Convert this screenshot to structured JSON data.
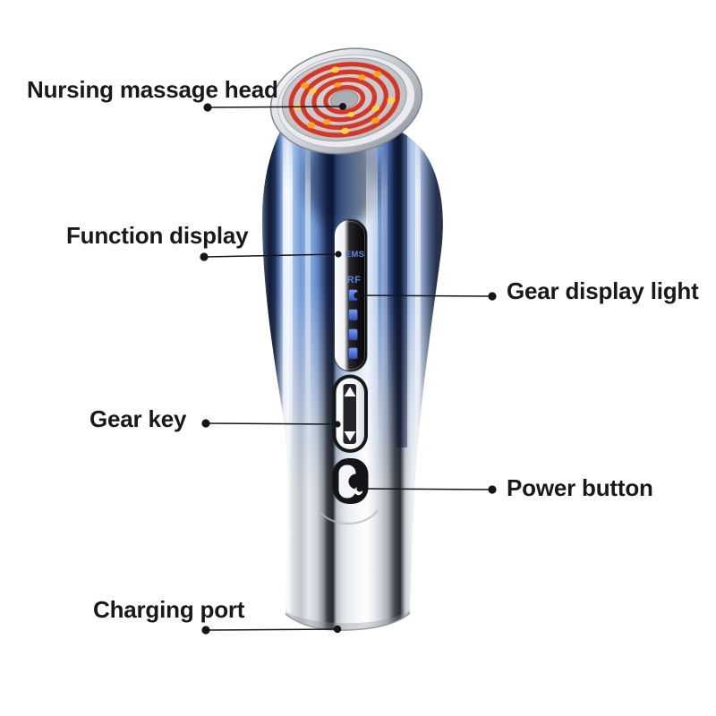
{
  "labels": {
    "massage_head": "Nursing massage head",
    "function_display": "Function display",
    "gear_display_light": "Gear display light",
    "gear_key": "Gear key",
    "power_button": "Power button",
    "charging_port": "Charging port"
  },
  "device": {
    "display": {
      "ems": "EMS",
      "rf": "RF",
      "indicator_count": 4,
      "indicator_color": "#3f66d4",
      "panel_text_color": "#5b83e8"
    },
    "colors": {
      "ring_red": "#d5301d",
      "dot_yellow": "#ffd34d",
      "body_blue": "#4a79c4",
      "chrome_light": "#f2f4f6",
      "chrome_dark": "#23262b"
    }
  },
  "annotation": {
    "line_color": "#151515",
    "text_color": "#191919"
  }
}
